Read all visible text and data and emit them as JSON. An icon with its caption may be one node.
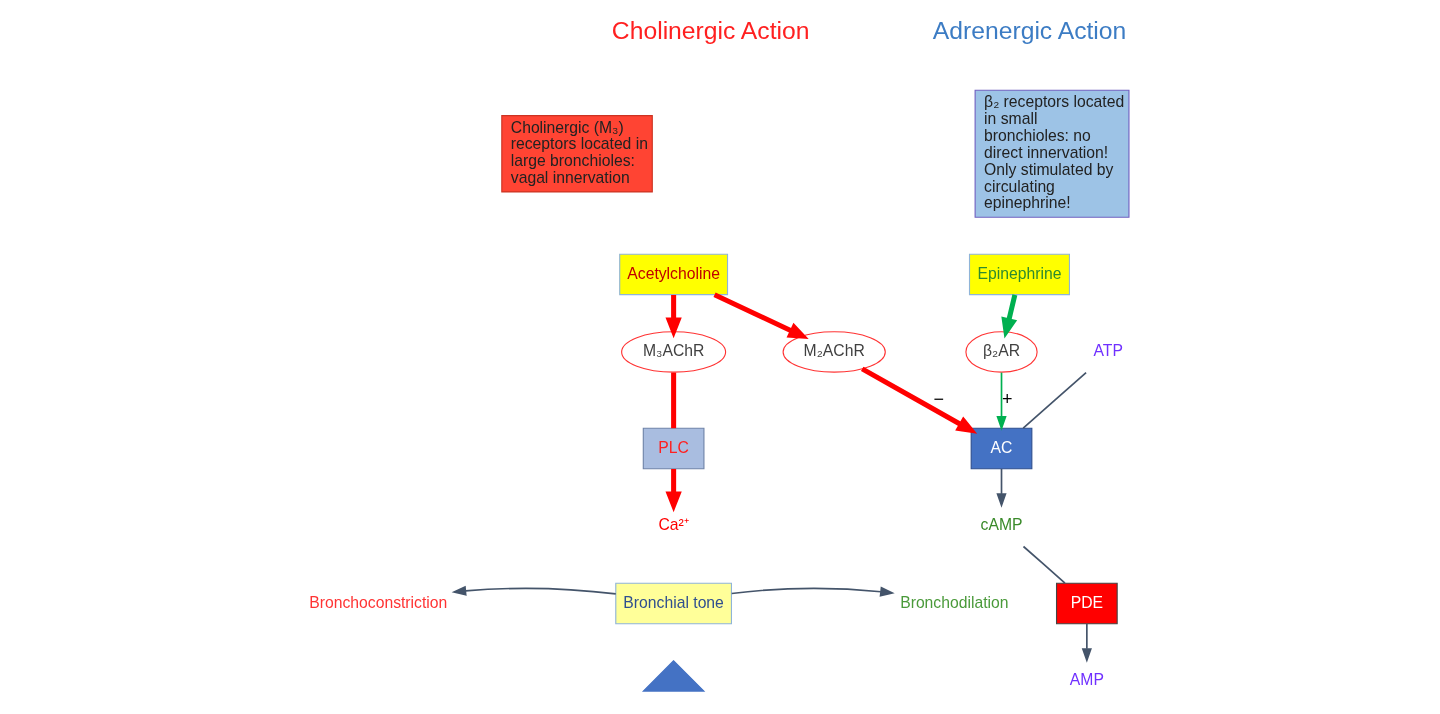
{
  "diagram": {
    "nodes": [
      {
        "text": [
          "Cholinergic (M₃) receptors located in large bronchioles: vagal innervation"
        ]
      },
      {
        "text": [
          "β₂ receptors located in small bronchioles: no direct innervation! Only stimulated by circulating epinephrine!"
        ]
      },
      {
        "text": [
          "Acetylcholine"
        ]
      },
      {
        "text": [
          "Epinephrine"
        ]
      },
      {
        "text": [
          "M₃AChR"
        ]
      },
      {
        "text": [
          "M₂AChR"
        ]
      },
      {
        "text": [
          "β₂AR"
        ]
      },
      {
        "text": [
          "ATP"
        ]
      },
      {
        "text": [
          "AC"
        ]
      },
      {
        "text": [
          "PLC"
        ]
      },
      {
        "text": [
          "Ca²⁺"
        ]
      },
      {
        "text": [
          "cAMP"
        ]
      },
      {
        "text": [
          "PDE"
        ]
      },
      {
        "text": [
          "AMP"
        ]
      },
      {
        "text": [
          "Bronchial tone"
        ]
      },
      {
        "text": [
          "Bronchoconstriction"
        ]
      },
      {
        "text": [
          "Bronchodilation"
        ]
      },
      {
        "text": [],
        "shape": "triangle"
      }
    ],
    "edges": [
      {
        "from": 2,
        "to": 4,
        "arrow": "to",
        "style": "thick",
        "color": "#ff0000"
      },
      {
        "from": 2,
        "to": 5,
        "arrow": "to",
        "style": "thick",
        "color": "#ff0000"
      },
      {
        "from": 3,
        "to": 6,
        "arrow": "to",
        "style": "thick",
        "color": "#00b050"
      },
      {
        "from": 6,
        "to": 8,
        "arrow": "to",
        "label": "+",
        "color": "#00b050"
      },
      {
        "from": 5,
        "to": 8,
        "arrow": "to",
        "label": "−",
        "style": "thick",
        "color": "#ff0000"
      },
      {
        "from": 7,
        "to": 8,
        "arrow": "none"
      },
      {
        "from": 4,
        "to": 9,
        "arrow": "none",
        "style": "thick",
        "color": "#ff0000"
      },
      {
        "from": 9,
        "to": 10,
        "arrow": "to",
        "style": "thick",
        "color": "#ff0000"
      },
      {
        "from": 8,
        "to": 11,
        "arrow": "to"
      },
      {
        "from": 11,
        "to": 12,
        "arrow": "none"
      },
      {
        "from": 12,
        "to": 13,
        "arrow": "to"
      },
      {
        "from": 14,
        "to": 15,
        "arrow": "to"
      },
      {
        "from": 14,
        "to": 16,
        "arrow": "to"
      }
    ],
    "labels": [
      "Cholinergic Action",
      "Adrenergic Action"
    ]
  }
}
